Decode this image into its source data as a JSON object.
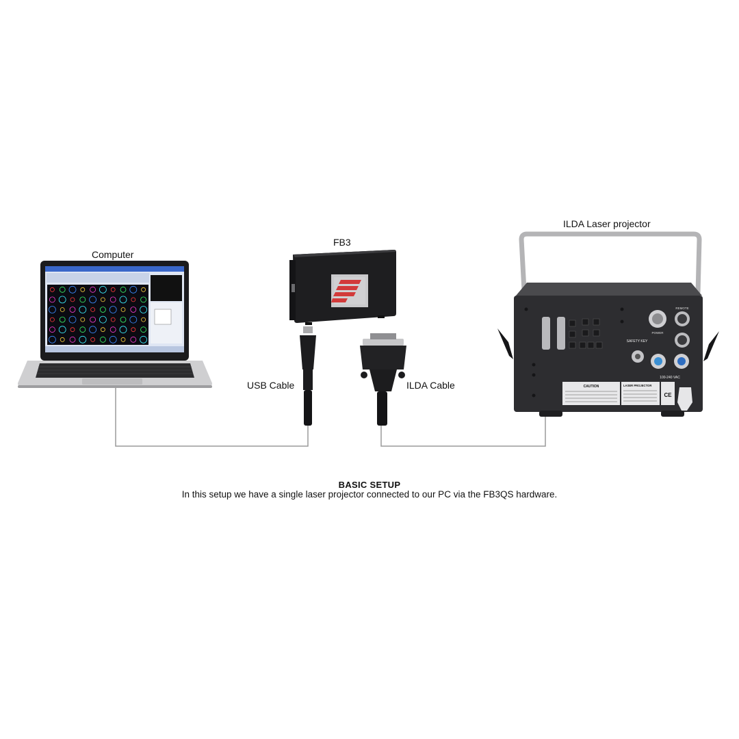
{
  "labels": {
    "computer": "Computer",
    "fb3": "FB3",
    "projector": "ILDA Laser projector",
    "usb_cable": "USB Cable",
    "ilda_cable": "ILDA Cable"
  },
  "caption": {
    "title": "BASIC SETUP",
    "text": "In this setup we have a single laser projector connected to our PC via the FB3QS hardware."
  },
  "colors": {
    "device_dark": "#2a2a2c",
    "laptop_silver": "#c9c9cb",
    "screen_blue": "#3a67c9",
    "connector_line": "#9a9a9a",
    "fb3_logo_red": "#d23a3a"
  },
  "projector_panel": {
    "caution_title": "CAUTION",
    "info_title": "LASER PROJECTOR",
    "voltage": "100-240 VAC",
    "safety_key": "SAFETY KEY",
    "power": "POWER",
    "remote": "REMOTE"
  }
}
